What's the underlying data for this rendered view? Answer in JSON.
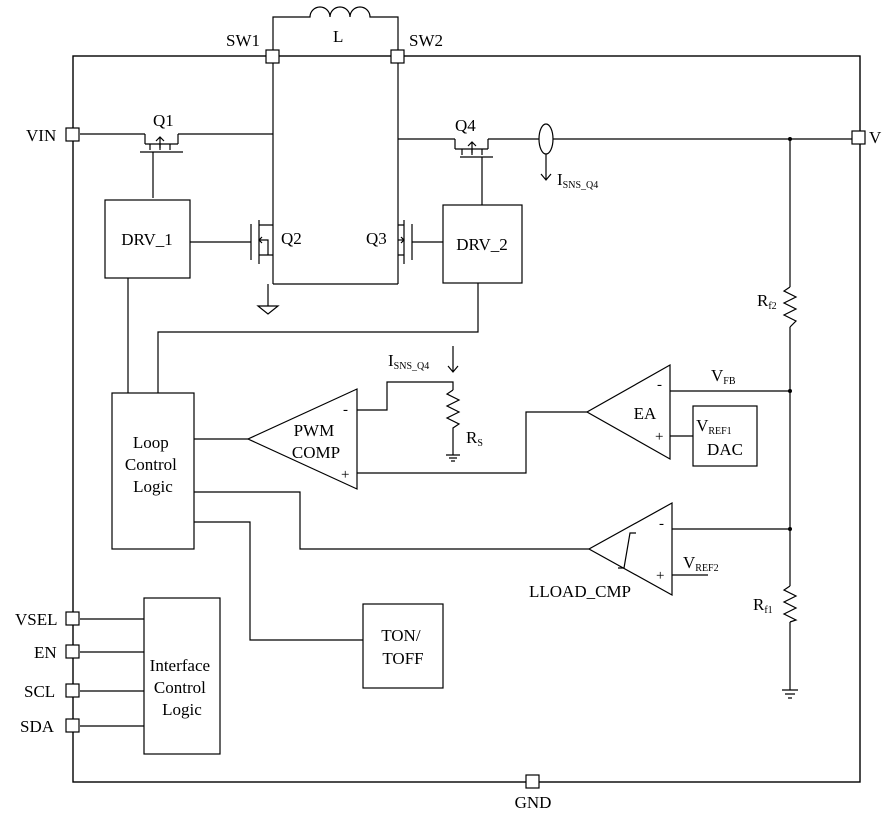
{
  "pins": {
    "sw1": "SW1",
    "sw2": "SW2",
    "vin": "VIN",
    "vout": "V",
    "vsel": "VSEL",
    "en": "EN",
    "scl": "SCL",
    "sda": "SDA",
    "gnd": "GND"
  },
  "components": {
    "inductor": "L",
    "q1": "Q1",
    "q2": "Q2",
    "q3": "Q3",
    "q4": "Q4",
    "rf2": {
      "main": "R",
      "sub": "f2"
    },
    "rf1": {
      "main": "R",
      "sub": "f1"
    },
    "rs": {
      "main": "R",
      "sub": "S"
    }
  },
  "signals": {
    "isns_q4_top": {
      "main": "I",
      "sub": "SNS_Q4"
    },
    "isns_q4_rs": {
      "main": "I",
      "sub": "SNS_Q4"
    },
    "vfb": {
      "main": "V",
      "sub": "FB"
    },
    "vref2": {
      "main": "V",
      "sub": "REF2"
    }
  },
  "blocks": {
    "drv1": "DRV_1",
    "drv2": "DRV_2",
    "loop_control": [
      "Loop",
      "Control",
      "Logic"
    ],
    "pwm_comp": [
      "PWM",
      "COMP"
    ],
    "ea": "EA",
    "vref1_dac": {
      "main": "V",
      "sub": "REF1",
      "line2": "DAC"
    },
    "lload_cmp": "LLOAD_CMP",
    "ton_toff": [
      "TON/",
      "TOFF"
    ],
    "interface_control": [
      "Interface",
      "Control",
      "Logic"
    ]
  },
  "polarity": {
    "minus": "-",
    "plus": "+"
  }
}
